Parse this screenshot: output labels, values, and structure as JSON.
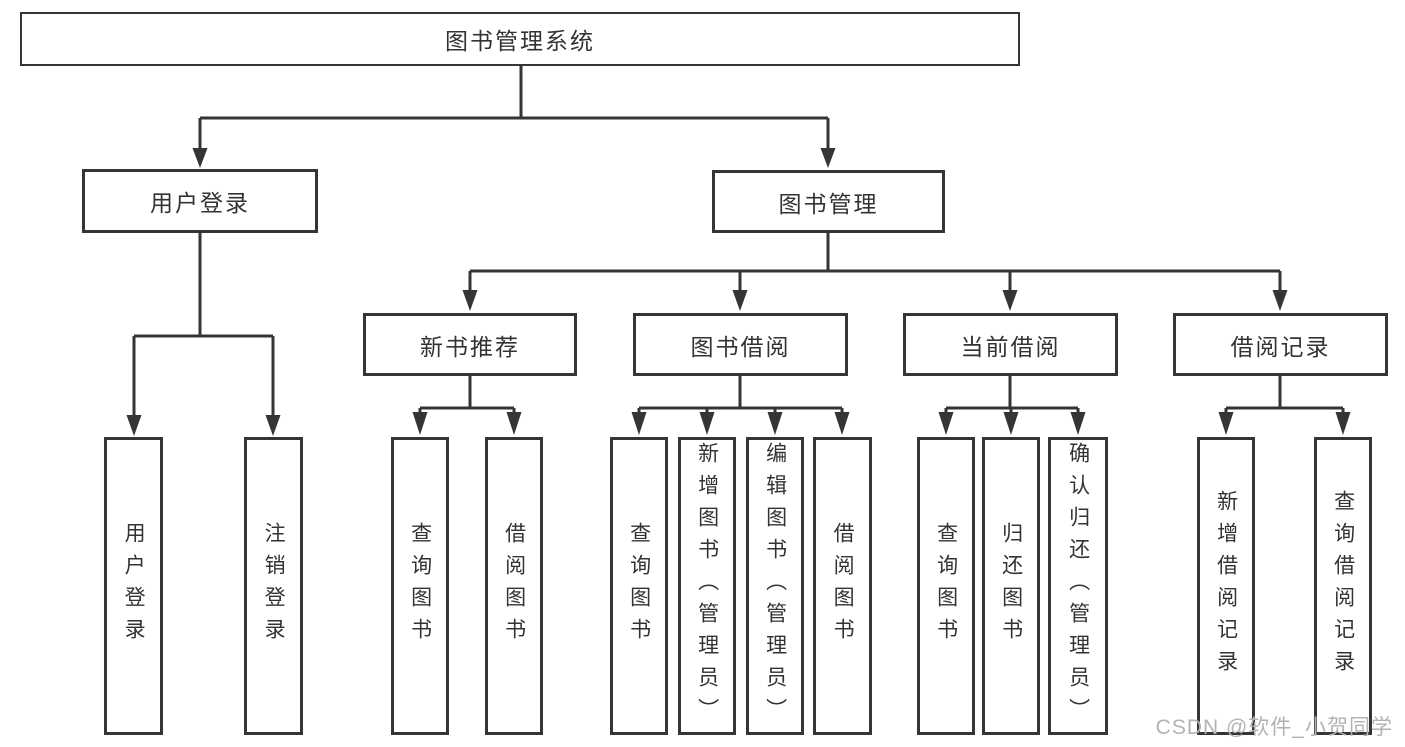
{
  "diagram": {
    "root": {
      "label": "图书管理系统"
    },
    "level2": {
      "user_login": {
        "label": "用户登录"
      },
      "book_mgmt": {
        "label": "图书管理"
      }
    },
    "level3": {
      "new_books": {
        "label": "新书推荐"
      },
      "book_borrow": {
        "label": "图书借阅"
      },
      "current_borrow": {
        "label": "当前借阅"
      },
      "borrow_records": {
        "label": "借阅记录"
      }
    },
    "leaves": [
      {
        "label": "用户登录"
      },
      {
        "label": "注销登录"
      },
      {
        "label": "查询图书"
      },
      {
        "label": "借阅图书"
      },
      {
        "label": "查询图书"
      },
      {
        "label": "新增图书（管理员）"
      },
      {
        "label": "编辑图书（管理员）"
      },
      {
        "label": "借阅图书"
      },
      {
        "label": "查询图书"
      },
      {
        "label": "归还图书"
      },
      {
        "label": "确认归还（管理员）"
      },
      {
        "label": "新增借阅记录"
      },
      {
        "label": "查询借阅记录"
      }
    ]
  },
  "watermark": {
    "text": "CSDN @软件_小贺同学"
  },
  "colors": {
    "line": "#353535",
    "text": "#333333",
    "watermark": "#b3b3b3",
    "background": "#ffffff"
  }
}
